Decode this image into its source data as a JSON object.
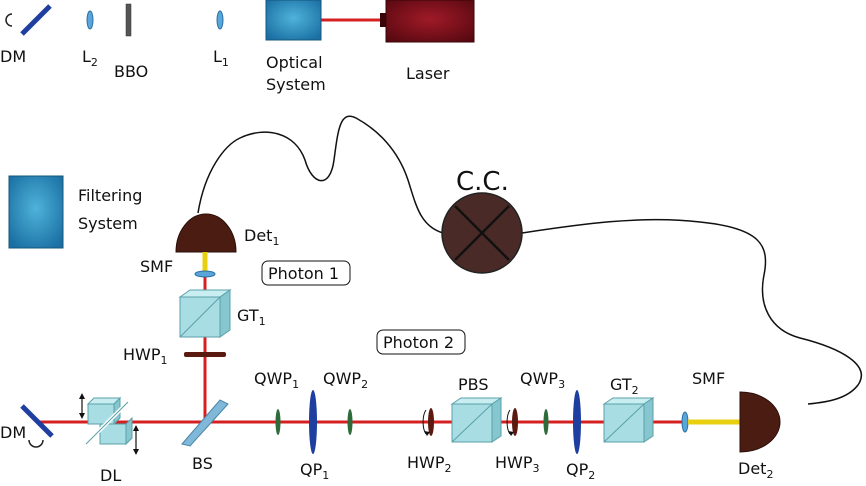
{
  "labels": {
    "dm_top": "DM",
    "l2": "L",
    "l2_sub": "2",
    "bbo": "BBO",
    "l1": "L",
    "l1_sub": "1",
    "optical_1": "Optical",
    "optical_2": "System",
    "laser": "Laser",
    "filtering_1": "Filtering",
    "filtering_2": "System",
    "det1": "Det",
    "det1_sub": "1",
    "smf_top": "SMF",
    "photon1": "Photon 1",
    "gt1": "GT",
    "gt1_sub": "1",
    "hwp1": "HWP",
    "hwp1_sub": "1",
    "photon2": "Photon 2",
    "cc": "C.C.",
    "qwp1": "QWP",
    "qwp1_sub": "1",
    "qwp2": "QWP",
    "qwp2_sub": "2",
    "pbs": "PBS",
    "qwp3": "QWP",
    "qwp3_sub": "3",
    "gt2": "GT",
    "gt2_sub": "2",
    "smf_bottom": "SMF",
    "dm_bottom": "DM",
    "dl": "DL",
    "bs": "BS",
    "qp1": "QP",
    "qp1_sub": "1",
    "hwp2": "HWP",
    "hwp2_sub": "2",
    "hwp3": "HWP",
    "hwp3_sub": "3",
    "qp2": "QP",
    "qp2_sub": "2",
    "det2": "Det",
    "det2_sub": "2"
  },
  "colors": {
    "beam_red": "#d42020",
    "beam_blue": "#2a35d8",
    "beam_purple": "#b030b0",
    "laser_body": "#6a0f18",
    "component_blue": "#1f7fb5",
    "cube": "#a8dde3",
    "detector": "#4a1c12",
    "fiber": "#e8cf10",
    "wave_plate_green": "#2e6b3a",
    "wave_plate_brown": "#5a1a10",
    "quartz_plate": "#1e3ea0"
  }
}
